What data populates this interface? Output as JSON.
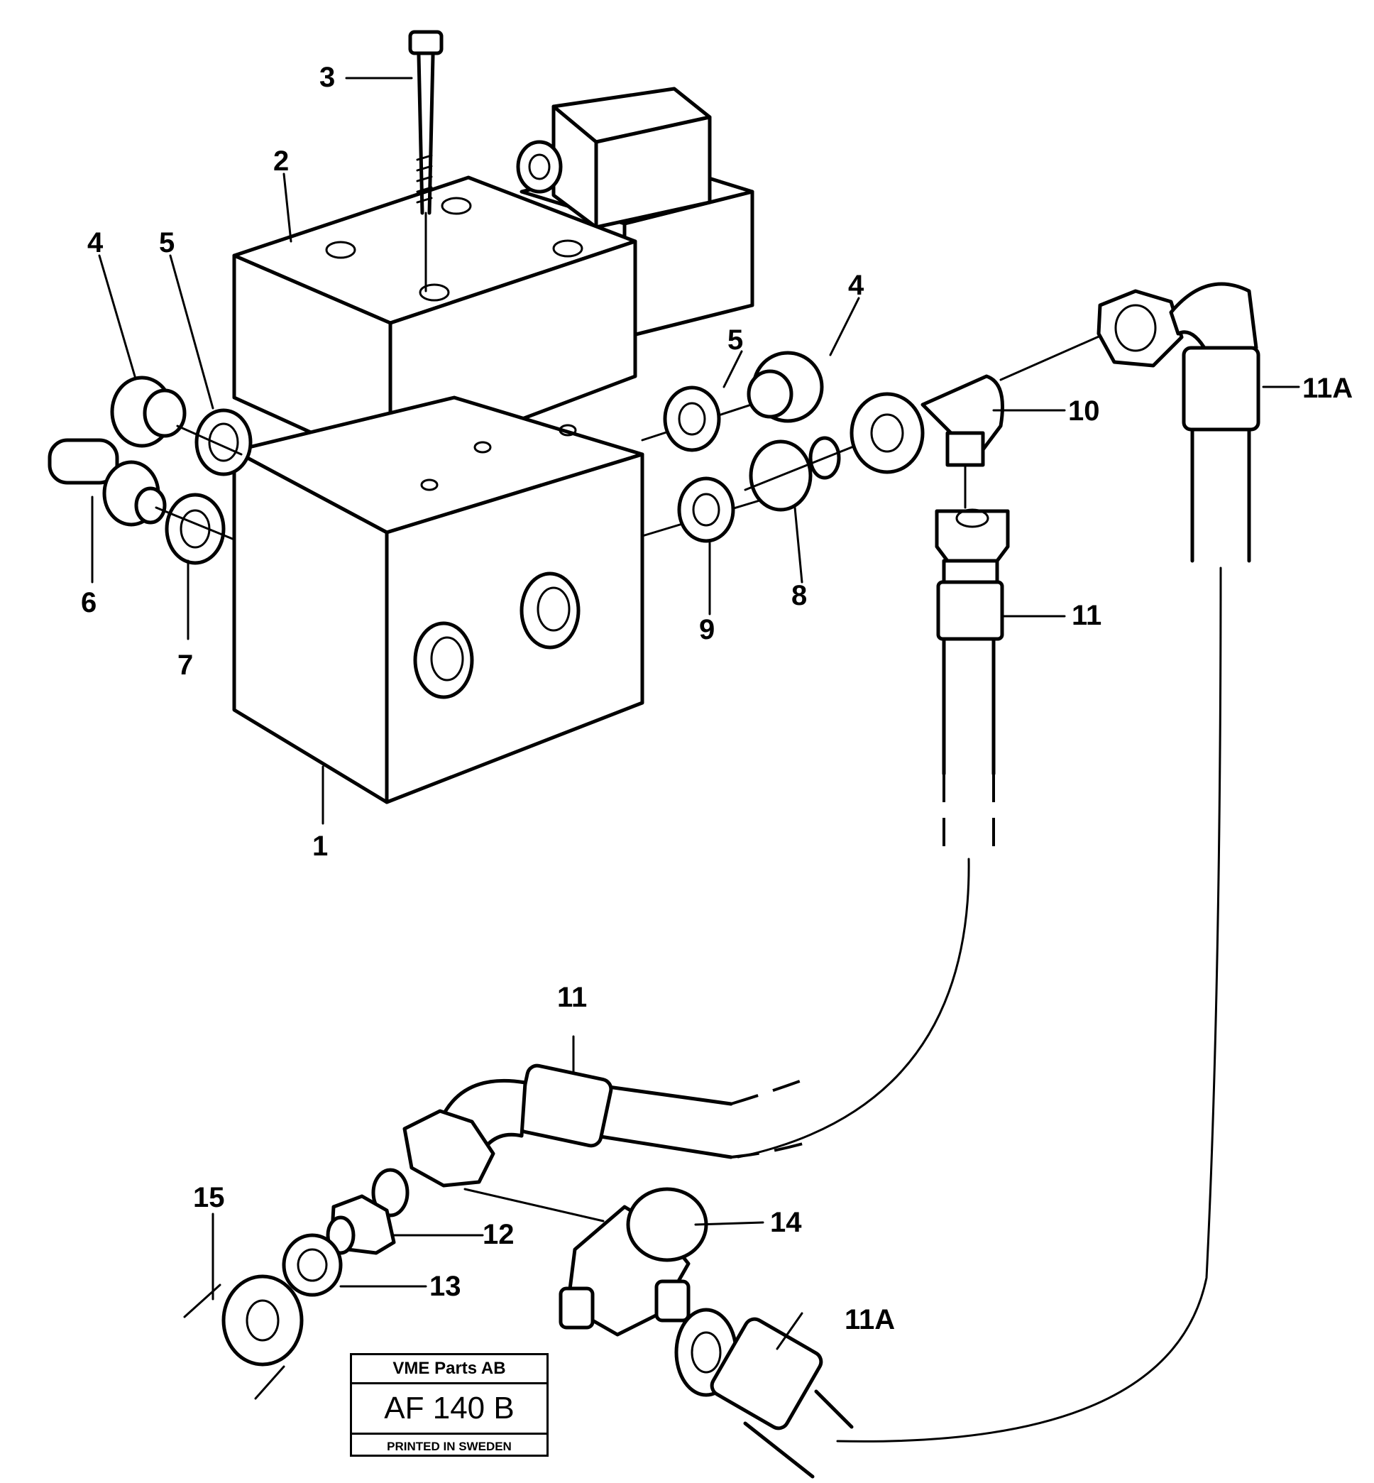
{
  "callouts": {
    "c1": "1",
    "c2": "2",
    "c3": "3",
    "c4a": "4",
    "c4b": "4",
    "c5a": "5",
    "c5b": "5",
    "c6": "6",
    "c7": "7",
    "c8": "8",
    "c9": "9",
    "c10": "10",
    "c11a": "11",
    "c11b": "11",
    "c11A_top": "11A",
    "c11A_bottom": "11A",
    "c12": "12",
    "c13": "13",
    "c14": "14",
    "c15": "15"
  },
  "stamp": {
    "company": "VME Parts AB",
    "code": "AF 140 B",
    "footer": "PRINTED IN SWEDEN"
  }
}
